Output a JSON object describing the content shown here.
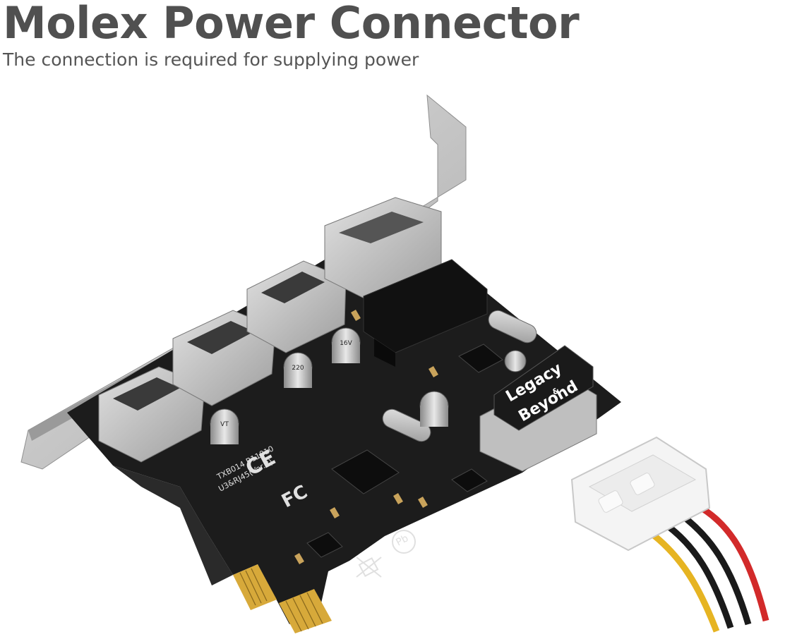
{
  "header": {
    "title": "Molex Power Connector",
    "subtitle": "The connection is required for supplying power"
  },
  "product": {
    "brand_line1": "Legacy",
    "brand_amp": "&",
    "brand_line2": "Beyond",
    "board_code": "TXB014 B11010",
    "board_rev": "U3&RJ45(Ver.B)",
    "ce_mark": "CE",
    "fc_mark": "FC",
    "pb_mark": "Pb",
    "cap_label_a": "220",
    "cap_label_b": "16V",
    "cap_label_c": "VT"
  },
  "colors": {
    "pcb": "#1c1c1c",
    "bracket": "#c9c9c9",
    "usb_metal": "#bdbdbd",
    "gold": "#d7a93a",
    "wire_red": "#d22a2a",
    "wire_black": "#1a1a1a",
    "wire_yellow": "#e6b422",
    "molex_plug": "#f4f4f4"
  }
}
